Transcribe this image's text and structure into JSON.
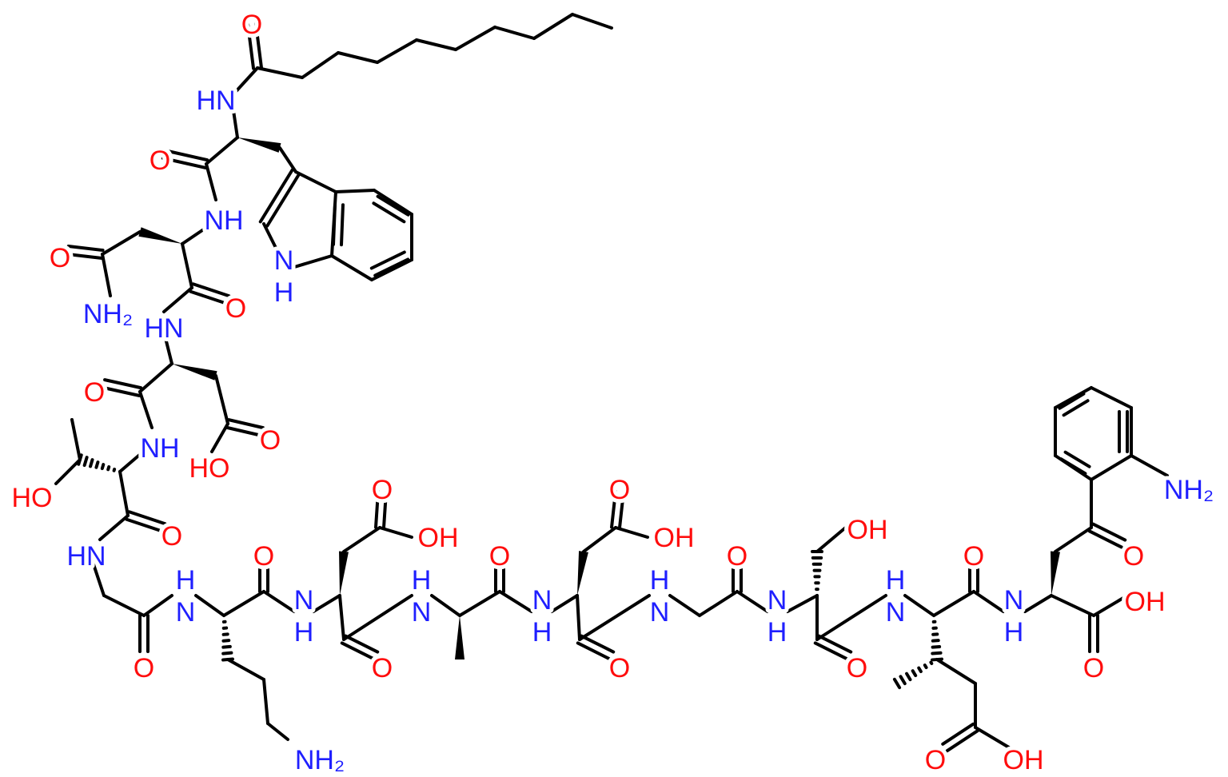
{
  "diagram": {
    "type": "chemical-structure",
    "colors": {
      "bond": "#000000",
      "nitrogen": "#1f1fff",
      "oxygen": "#ff0d0d"
    },
    "atom_labels": [
      "O",
      "HN",
      "O",
      "NH",
      "N\nH",
      "O",
      "NH₂",
      "O",
      "HN",
      "O",
      "O",
      "HO",
      "NH",
      "HO",
      "O",
      "HN",
      "H\nN",
      "O",
      "NH₂",
      "O",
      "N\nH",
      "O",
      "O",
      "OH",
      "H\nN",
      "O",
      "N\nH",
      "O",
      "O",
      "OH",
      "H\nN",
      "O",
      "N\nH",
      "O",
      "OH",
      "H\nN",
      "O",
      "O",
      "OH",
      "N\nH",
      "O",
      "O",
      "OH",
      "NH₂"
    ]
  }
}
